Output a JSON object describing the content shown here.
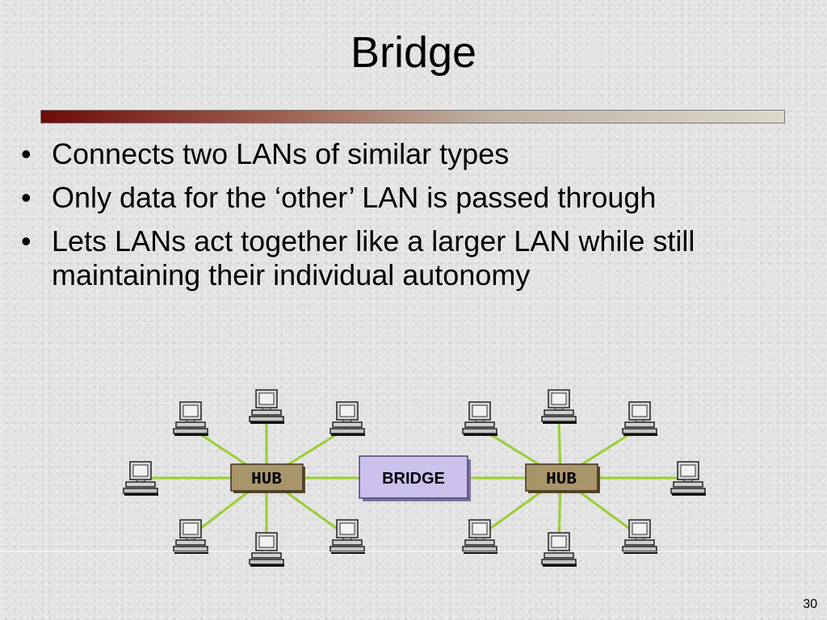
{
  "slide": {
    "title": "Bridge",
    "bullets": [
      "Connects two LANs of similar types",
      "Only data for the ‘other’ LAN is passed through",
      "Lets LANs act together like a larger LAN while still maintaining their individual autonomy"
    ],
    "bullet_marker": "•",
    "page_number": "30"
  },
  "diagram": {
    "hub_left_label": "HUB",
    "bridge_label": "BRIDGE",
    "hub_right_label": "HUB",
    "colors": {
      "link": "#9acd32",
      "hub_fill": "#a8956a",
      "bridge_fill": "#ccc0ec"
    }
  }
}
